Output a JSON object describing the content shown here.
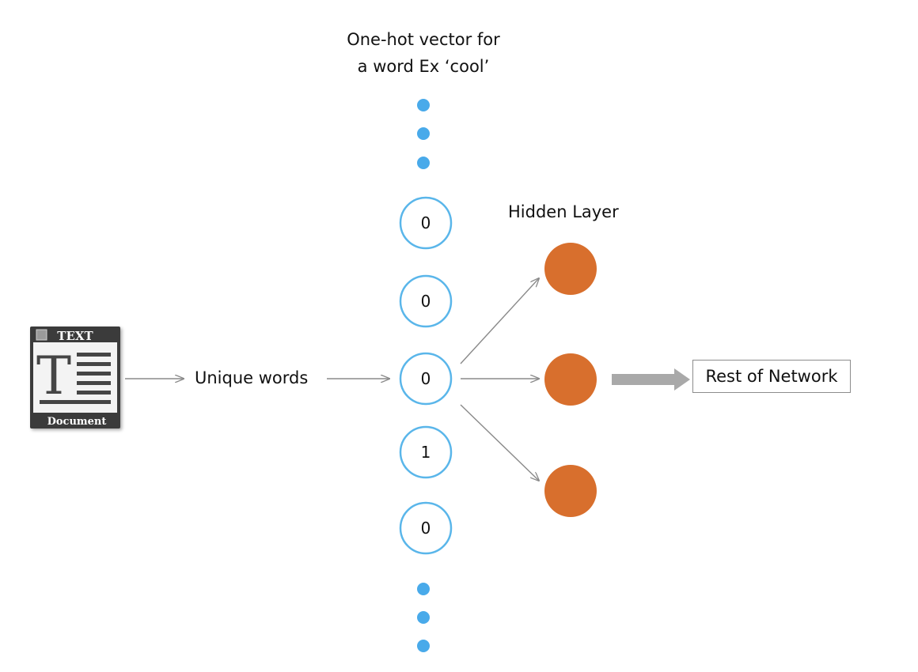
{
  "title": {
    "line1": "One-hot vector for",
    "line2": "a word Ex ‘cool’"
  },
  "document_icon": {
    "header_text": "TEXT",
    "letter": "T",
    "footer_text": "Document"
  },
  "unique_words_label": "Unique words",
  "input_nodes": [
    "0",
    "0",
    "0",
    "1",
    "0"
  ],
  "hidden_layer_label": "Hidden Layer",
  "hidden_node_count": 3,
  "rest_of_network_label": "Rest of Network",
  "colors": {
    "input_node_stroke": "#5ab6ea",
    "ellipsis_dot": "#49aaea",
    "hidden_node_fill": "#d86f2d",
    "arrow": "#8a8a8a",
    "block_arrow": "#a9a9a9",
    "doc_icon_dark": "#3a3a3a",
    "doc_icon_body": "#f3f3f3"
  }
}
